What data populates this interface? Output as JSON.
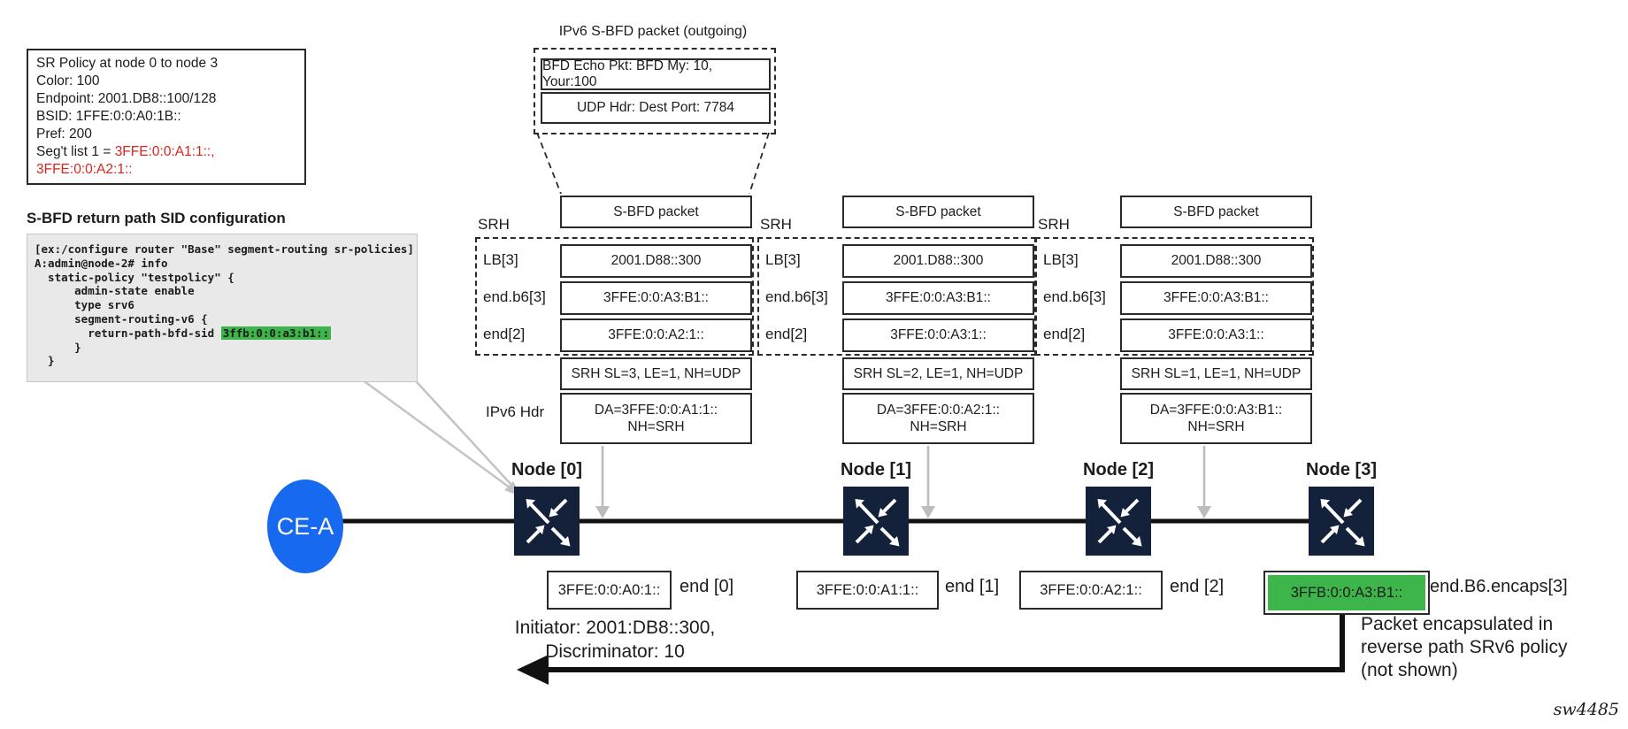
{
  "policy_box": {
    "lines": [
      "SR Policy at node 0 to node 3",
      "Color: 100",
      "Endpoint: 2001.DB8::100/128",
      "BSID: 1FFE:0:0:A0:1B::",
      "Pref: 200"
    ],
    "seg_list_prefix": "Seg't list 1 = ",
    "seg_list_value": "3FFE:0:0:A1:1::, 3FFE:0:0:A2:1::"
  },
  "config_section": {
    "heading": "S-BFD return path SID configuration",
    "code_lines_before": [
      "[ex:/configure router \"Base\" segment-routing sr-policies]",
      "A:admin@node-2# info",
      "  static-policy \"testpolicy\" {",
      "      admin-state enable",
      "      type srv6",
      "      segment-routing-v6 {"
    ],
    "return_line_prefix": "        return-path-bfd-sid ",
    "return_sid": "3ffb:0:0:a3:b1::",
    "code_lines_after": [
      "      }",
      "  }"
    ]
  },
  "outgoing_packet": {
    "title": "IPv6 S-BFD packet (outgoing)",
    "rows": [
      "BFD Echo Pkt: BFD My: 10, Your:100",
      "UDP Hdr: Dest Port: 7784"
    ]
  },
  "stacks": [
    {
      "packet_label": "S-BFD packet",
      "srh_label": "SRH",
      "rows": [
        {
          "label": "LB[3]",
          "value": "2001.D88::300"
        },
        {
          "label": "end.b6[3]",
          "value": "3FFE:0:0:A3:B1::"
        },
        {
          "label": "end[2]",
          "value": "3FFE:0:0:A2:1::"
        }
      ],
      "srh_info": "SRH SL=3, LE=1, NH=UDP",
      "ipv6_hdr_label": "IPv6 Hdr",
      "da_line1": "DA=3FFE:0:0:A1:1::",
      "da_line2": "NH=SRH"
    },
    {
      "packet_label": "S-BFD packet",
      "srh_label": "SRH",
      "rows": [
        {
          "label": "LB[3]",
          "value": "2001.D88::300"
        },
        {
          "label": "end.b6[3]",
          "value": "3FFE:0:0:A3:B1::"
        },
        {
          "label": "end[2]",
          "value": "3FFE:0:0:A3:1::"
        }
      ],
      "srh_info": "SRH SL=2, LE=1, NH=UDP",
      "da_line1": "DA=3FFE:0:0:A2:1::",
      "da_line2": "NH=SRH"
    },
    {
      "packet_label": "S-BFD packet",
      "srh_label": "SRH",
      "rows": [
        {
          "label": "LB[3]",
          "value": "2001.D88::300"
        },
        {
          "label": "end.b6[3]",
          "value": "3FFE:0:0:A3:B1::"
        },
        {
          "label": "end[2]",
          "value": "3FFE:0:0:A3:1::"
        }
      ],
      "srh_info": "SRH SL=1, LE=1, NH=UDP",
      "da_line1": "DA=3FFE:0:0:A3:B1::",
      "da_line2": "NH=SRH"
    }
  ],
  "ce": {
    "label": "CE-A"
  },
  "nodes": [
    {
      "title": "Node [0]",
      "sid": "3FFE:0:0:A0:1::",
      "sid_label": "end [0]"
    },
    {
      "title": "Node [1]",
      "sid": "3FFE:0:0:A1:1::",
      "sid_label": "end [1]"
    },
    {
      "title": "Node [2]",
      "sid": "3FFE:0:0:A2:1::",
      "sid_label": "end [2]"
    },
    {
      "title": "Node [3]",
      "sid": "3FFB:0:0:A3:B1::",
      "sid_label": "end.B6.encaps[3]",
      "highlighted": true
    }
  ],
  "initiator": {
    "line1": "Initiator: 2001:DB8::300,",
    "line2": "Discriminator: 10"
  },
  "return_note": {
    "line1": "Packet encapsulated in",
    "line2": "reverse path SRv6 policy",
    "line3": "(not shown)"
  },
  "figure_id": "sw4485",
  "colors": {
    "node_navy": "#13213a",
    "ce_blue": "#1769ef",
    "highlight_green": "#3db54a",
    "seg_list_red": "#d9251d",
    "gray_arrow": "#bdbdbd",
    "code_bg": "#e9e9e9"
  }
}
